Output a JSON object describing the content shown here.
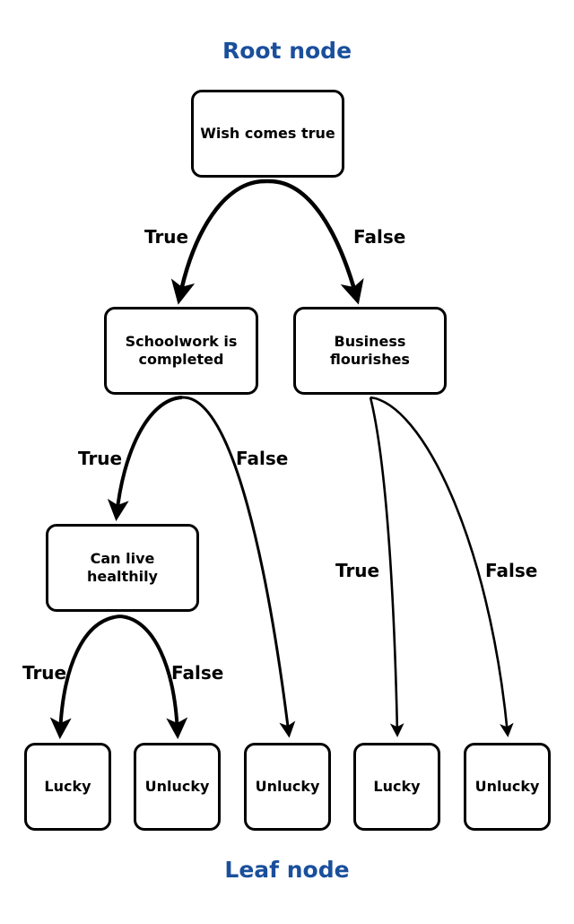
{
  "headings": {
    "root": "Root node",
    "leaf": "Leaf node"
  },
  "nodes": {
    "wish": "Wish comes true",
    "schoolwork": "Schoolwork is\ncompleted",
    "business": "Business\nflourishes",
    "health": "Can live\nhealthily",
    "leaf1": "Lucky",
    "leaf2": "Unlucky",
    "leaf3": "Unlucky",
    "leaf4": "Lucky",
    "leaf5": "Unlucky"
  },
  "edge_labels": {
    "wish_true": "True",
    "wish_false": "False",
    "school_true": "True",
    "school_false": "False",
    "health_true": "True",
    "health_false": "False",
    "business_true": "True",
    "business_false": "False"
  },
  "colors": {
    "heading": "#1a4f9c",
    "stroke": "#000000"
  }
}
